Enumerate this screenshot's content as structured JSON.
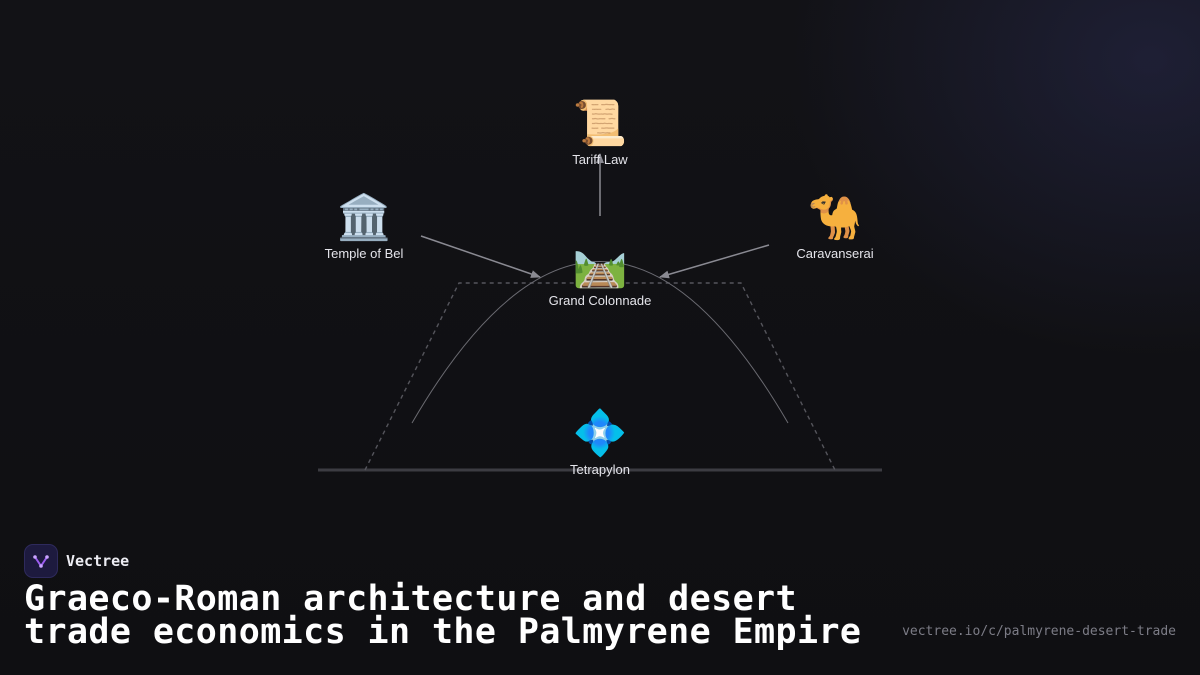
{
  "brand": {
    "name": "Vectree",
    "logo_icon": "vectree-logo-icon",
    "accent_color": "#9b5cf0"
  },
  "diagram": {
    "nodes": [
      {
        "id": "tariff-law",
        "label": "Tariff Law",
        "emoji": "📜",
        "icon": "scroll-icon"
      },
      {
        "id": "temple-of-bel",
        "label": "Temple of Bel",
        "emoji": "🏛️",
        "icon": "classical-building-icon"
      },
      {
        "id": "caravanserai",
        "label": "Caravanserai",
        "emoji": "🐪",
        "icon": "camel-icon"
      },
      {
        "id": "grand-colonnade",
        "label": "Grand Colonnade",
        "emoji": "🛤️",
        "icon": "railway-track-icon"
      },
      {
        "id": "tetrapylon",
        "label": "Tetrapylon",
        "emoji": "💠",
        "icon": "diamond-dot-icon"
      }
    ],
    "edges": [
      {
        "from": "temple-of-bel",
        "to": "grand-colonnade"
      },
      {
        "from": "caravanserai",
        "to": "grand-colonnade"
      },
      {
        "from": "grand-colonnade",
        "to": "tariff-law"
      }
    ]
  },
  "title": "Graeco-Roman architecture and desert trade economics in the Palmyrene Empire",
  "url": "vectree.io/c/palmyrene-desert-trade"
}
